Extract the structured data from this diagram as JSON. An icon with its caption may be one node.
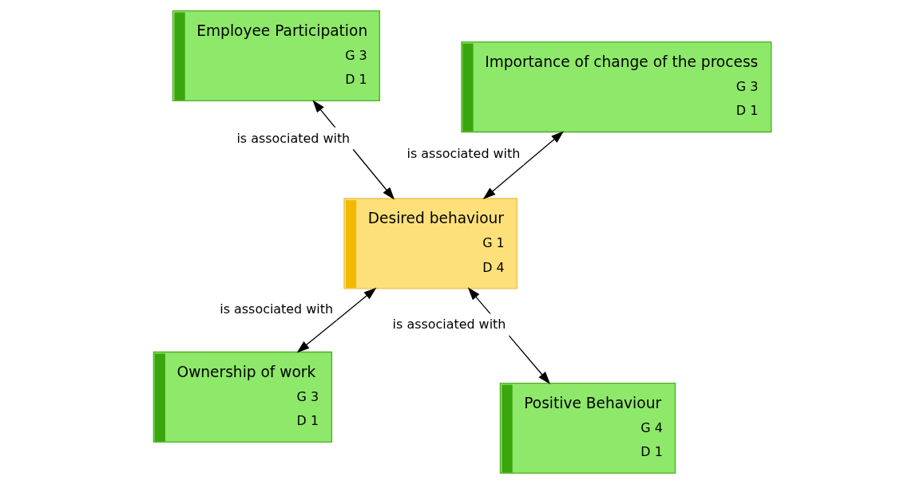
{
  "diagram": {
    "nodes": [
      {
        "text": [
          "Ownership of work",
          "G 3",
          "D 1"
        ]
      },
      {
        "text": [
          "Positive Behaviour",
          "G 4",
          "D 1"
        ]
      },
      {
        "text": [
          "Desired behaviour",
          "G 1",
          "D 4"
        ]
      },
      {
        "text": [
          "Employee Participation",
          "G 3",
          "D 1"
        ]
      },
      {
        "text": [
          "Importance of change of the process",
          "G 3",
          "D 1"
        ]
      }
    ],
    "edges": [
      {
        "from": 0,
        "to": 2,
        "arrow": "both",
        "label": "is associated with"
      },
      {
        "from": 1,
        "to": 2,
        "arrow": "both",
        "label": "is associated with"
      },
      {
        "from": 3,
        "to": 2,
        "arrow": "both",
        "label": "is associated with"
      },
      {
        "from": 4,
        "to": 2,
        "arrow": "both",
        "label": "is associated with"
      }
    ]
  }
}
